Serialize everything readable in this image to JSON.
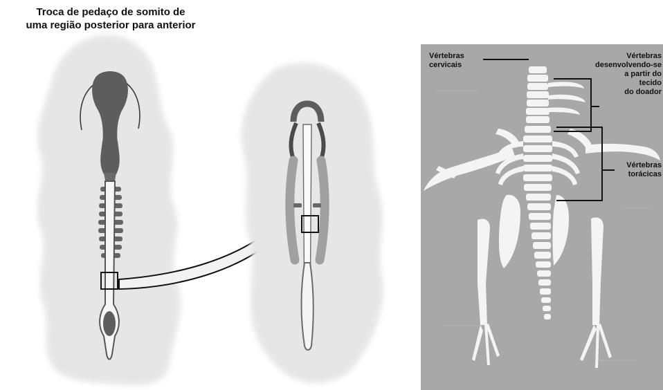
{
  "title": {
    "line1": "Troca de pedaço de somito de",
    "line2": "uma região posterior para anterior"
  },
  "labels": {
    "cervical": {
      "line1": "Vértebras",
      "line2": "cervicais"
    },
    "donor": {
      "line1": "Vértebras",
      "line2": "desenvolvendo-se",
      "line3": "a partir do",
      "line4": "tecido",
      "line5": "do doador"
    },
    "thoracic": {
      "line1": "Vértebras",
      "line2": "torácicas"
    }
  },
  "colors": {
    "blob": "#e6e6e6",
    "embryo_dark": "#5d5d5d",
    "embryo_mid": "#8e8e8e",
    "photo_bg": "#a8a8a8",
    "bone": "#f4f4f4"
  }
}
